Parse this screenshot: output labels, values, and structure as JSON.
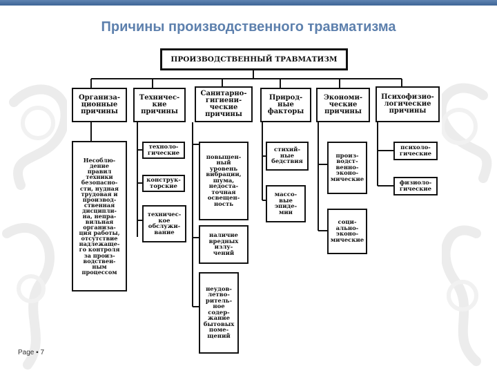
{
  "slide": {
    "title": "Причины производственного травматизма",
    "page_label": "Page ▪ 7"
  },
  "diagram": {
    "root": "ПРОИЗВОДСТВЕННЫЙ ТРАВМАТИЗМ",
    "categories": [
      {
        "label": "Организа-\nционные\nпричины",
        "children": [
          "Несоблю-\nдение\nправил\nтехники\nбезопасно-\nсти, нудная\nтрудовая и\nпроизвод-\nственная\nдисципли-\nна, непра-\nвильная\nорганиза-\nция работы,\nотсутствие\nнадлежаще-\nго контроля\nза произ-\nводствен-\nным\nпроцессом"
        ]
      },
      {
        "label": "Техничес-\nкие\nпричины",
        "children": [
          "техноло-\nгические",
          "конструк-\nторские",
          "техничес-\nкое\nобслужи-\nвание"
        ]
      },
      {
        "label": "Санитарно-\nгигиени-\nческие\nпричины",
        "children": [
          "повышен-\nный\nуровень\nвибрации,\nшума,\nнедоста-\nточная\nосвещен-\nность",
          "наличие\nвредных\nизлу-\nчений",
          "неудов-\nлетво-\nритель-\nное\nсодер-\nжание\nбытовых\nпоме-\nщений"
        ]
      },
      {
        "label": "Природ-\nные\nфакторы",
        "children": [
          "стихий-\nные\nбедствия",
          "массо-\nвые\nэпиде-\nмии"
        ]
      },
      {
        "label": "Экономи-\nческие\nпричины",
        "children": [
          "произ-\nводст-\nвенно-\nэконо-\nмические",
          "соци-\nально-\nэконо-\nмические"
        ]
      },
      {
        "label": "Психофизио-\nлогические\nпричины",
        "children": [
          "психоло-\nгические",
          "физиоло-\nгические"
        ]
      }
    ]
  }
}
